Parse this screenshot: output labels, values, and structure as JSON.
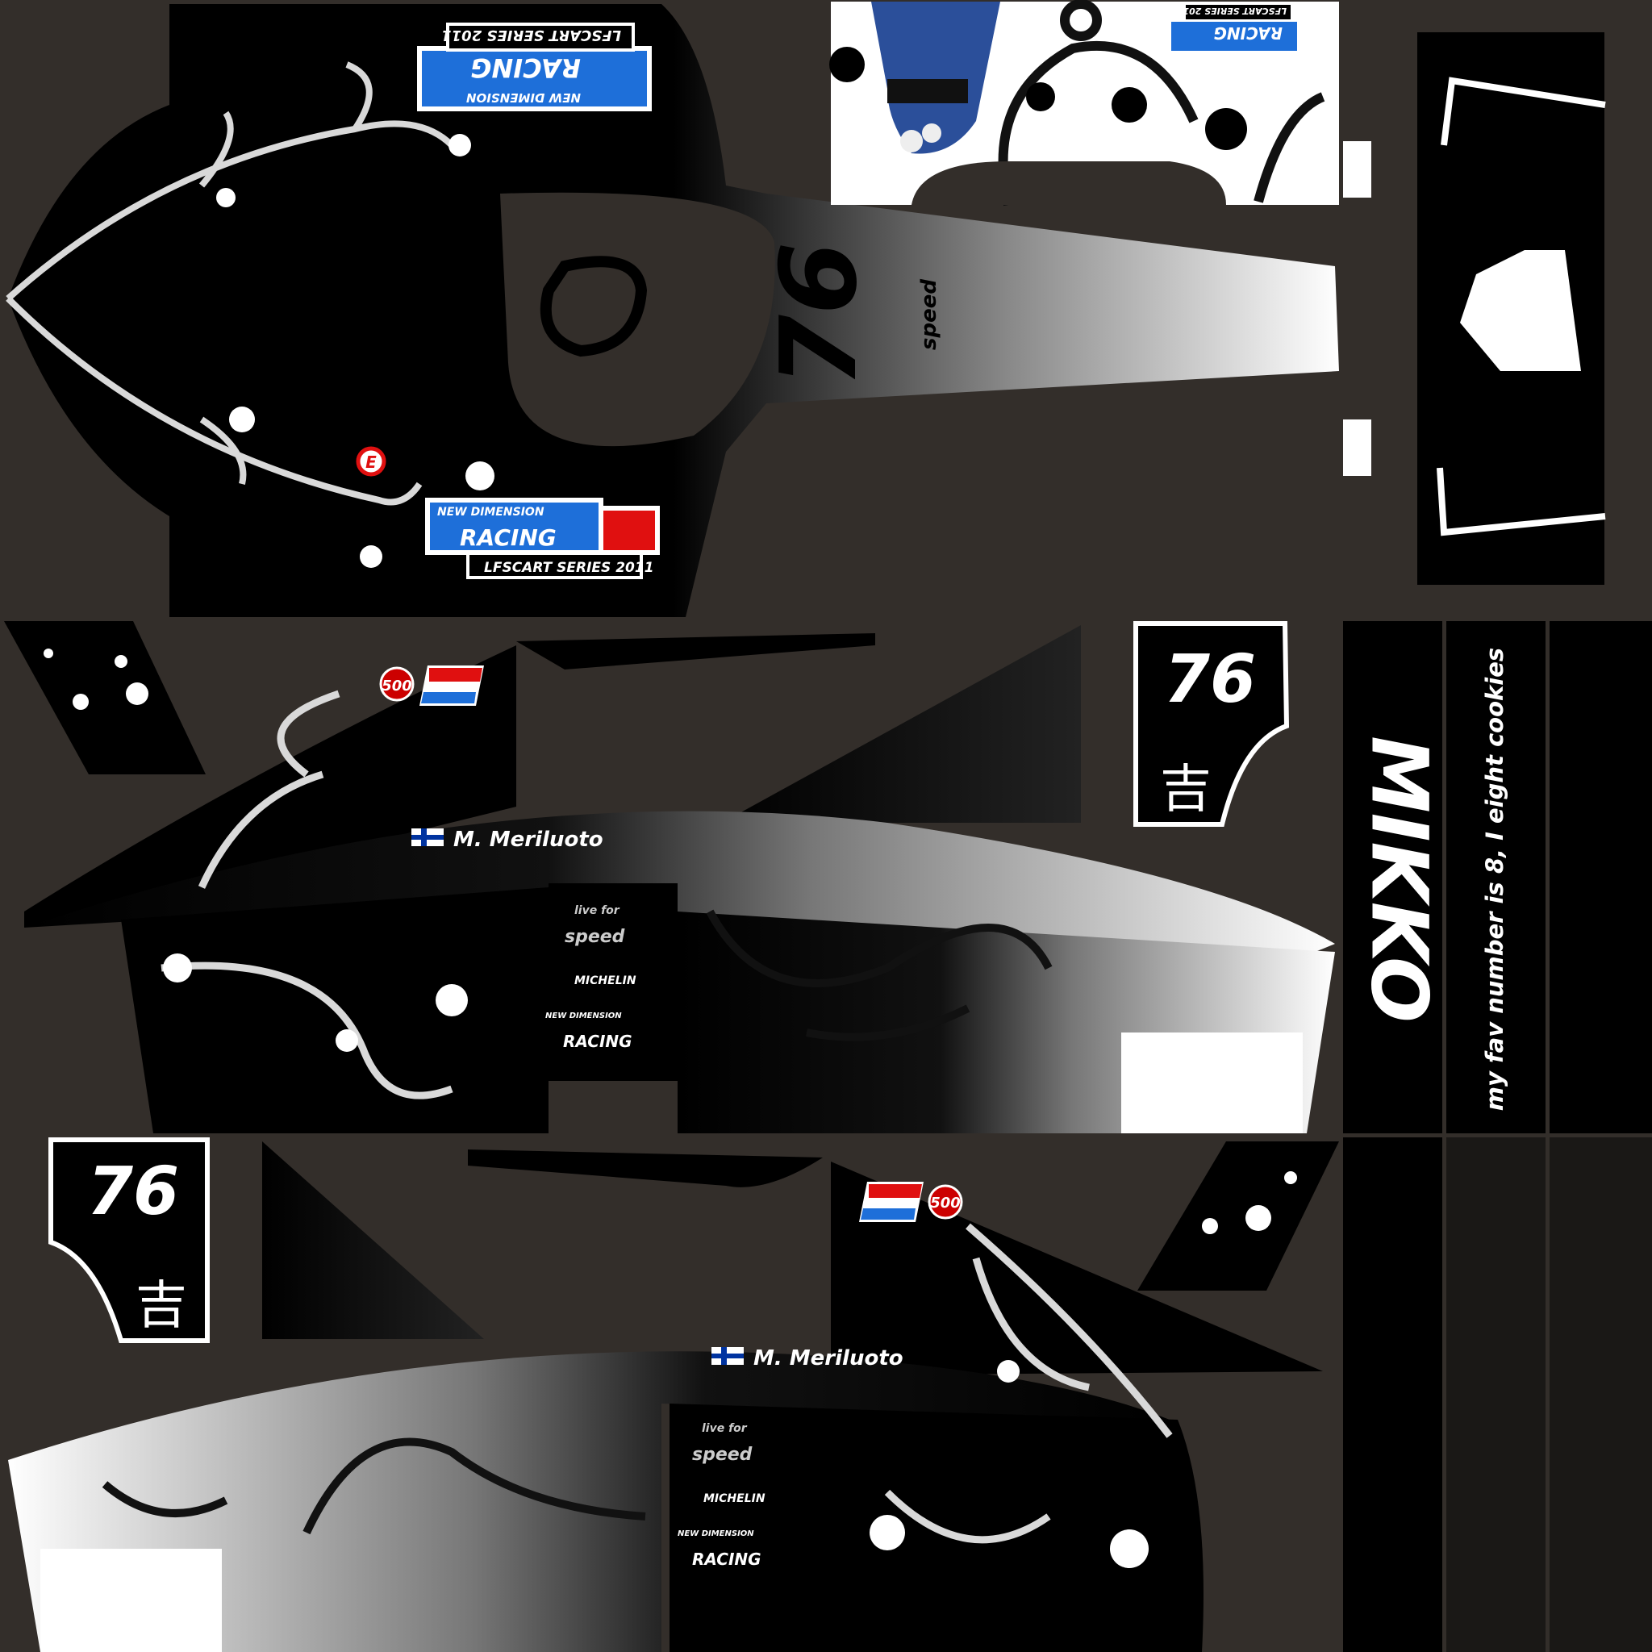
{
  "livery": {
    "car_number": "76",
    "kanji": "吉",
    "driver_name": "M. Meriluoto",
    "driver_nationality": "finland-flag",
    "driver_first_name_banner": "MIKKO",
    "tagline": "my fav number is 8, I eight cookies",
    "team_logo": {
      "line1": "NEW DIMENSION",
      "line2": "RACING",
      "series": "LFSCART SERIES 2011"
    },
    "sponsors": {
      "lfs_line1": "live for",
      "lfs_line2": "speed",
      "michelin": "MICHELIN",
      "race_badge": "500"
    },
    "extinguisher_mark": "E"
  },
  "colors": {
    "background": "#332e2a",
    "body_black": "#000000",
    "swirl": "#d9d9d9",
    "team_blue": "#1e6fd9",
    "team_red": "#e01010",
    "cookie_blue": "#2b4f9a"
  }
}
